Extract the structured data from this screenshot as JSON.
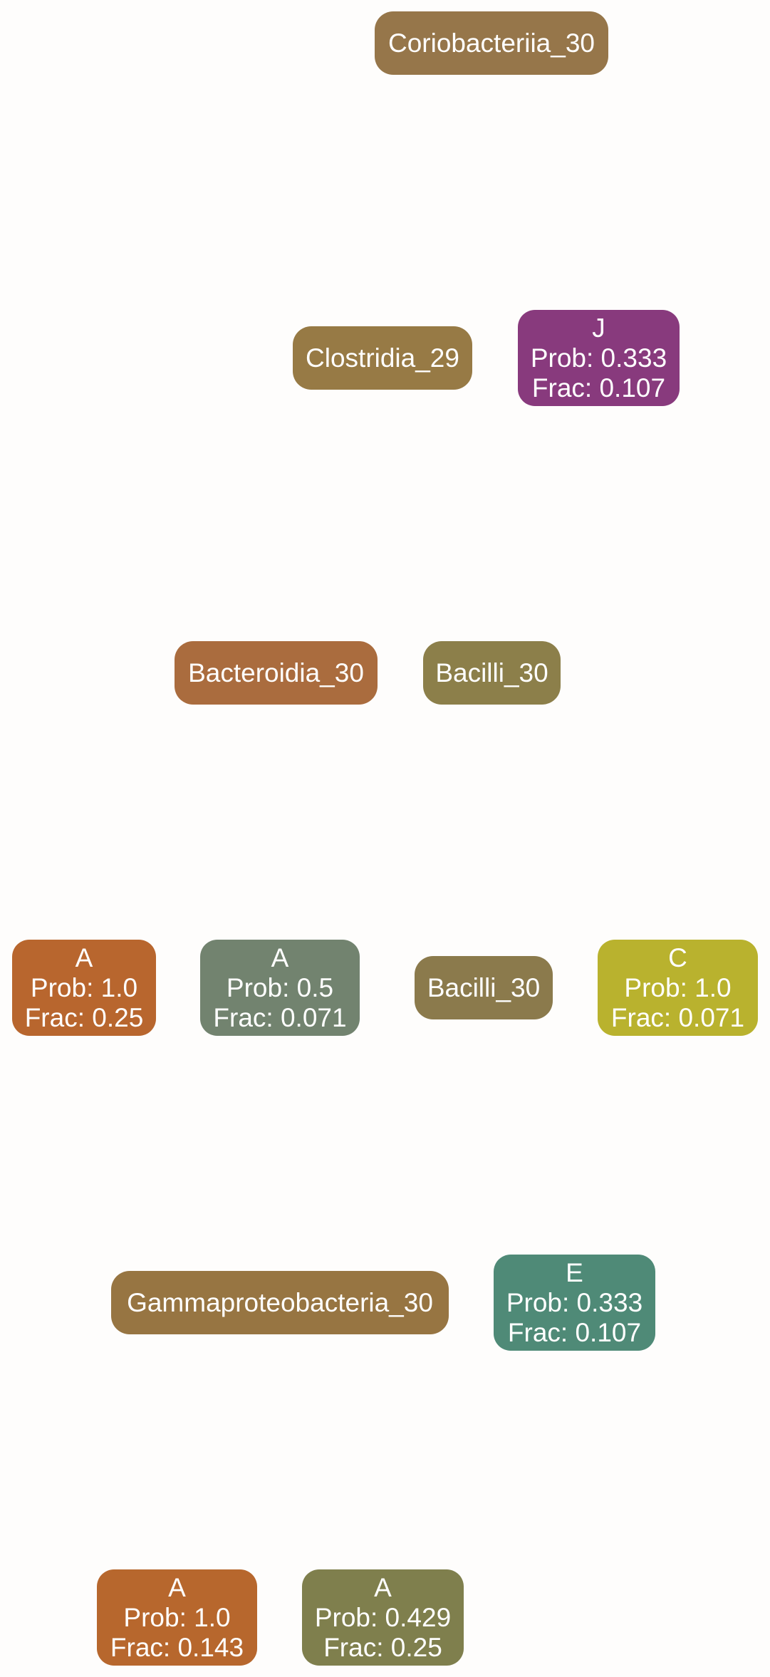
{
  "nodes": {
    "coriobacteriia": {
      "label": "Coriobacteriia_30",
      "color": "#96764a"
    },
    "clostridia": {
      "label": "Clostridia_29",
      "color": "#977a45"
    },
    "leaf_j": {
      "label": "J",
      "prob": "Prob: 0.333",
      "frac": "Frac: 0.107",
      "color": "#883a7d"
    },
    "bacteroidia": {
      "label": "Bacteroidia_30",
      "color": "#aa6c3e"
    },
    "bacilli_a": {
      "label": "Bacilli_30",
      "color": "#8c7f4a"
    },
    "leaf_a1": {
      "label": "A",
      "prob": "Prob: 1.0",
      "frac": "Frac: 0.25",
      "color": "#b8662e"
    },
    "leaf_a2": {
      "label": "A",
      "prob": "Prob: 0.5",
      "frac": "Frac: 0.071",
      "color": "#72836f"
    },
    "bacilli_b": {
      "label": "Bacilli_30",
      "color": "#8b7a4c"
    },
    "leaf_c": {
      "label": "C",
      "prob": "Prob: 1.0",
      "frac": "Frac: 0.071",
      "color": "#b9b22e"
    },
    "gamma": {
      "label": "Gammaproteobacteria_30",
      "color": "#977542"
    },
    "leaf_e": {
      "label": "E",
      "prob": "Prob: 0.333",
      "frac": "Frac: 0.107",
      "color": "#4f8a77"
    },
    "leaf_a3": {
      "label": "A",
      "prob": "Prob: 1.0",
      "frac": "Frac: 0.143",
      "color": "#b7672d"
    },
    "leaf_a4": {
      "label": "A",
      "prob": "Prob: 0.429",
      "frac": "Frac: 0.25",
      "color": "#7f7f4d"
    }
  }
}
